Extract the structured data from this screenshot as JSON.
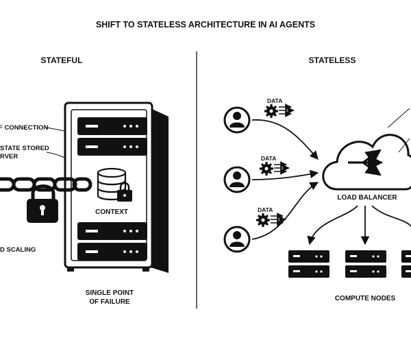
{
  "title": "SHIFT TO STATELESS ARCHITECTURE IN AI AGENTS",
  "stateful": {
    "heading": "STATEFUL",
    "callout_connection": "F CONNECTION",
    "callout_state_line1": "STATE STORED",
    "callout_state_line2": "RVER",
    "context_label": "CONTEXT",
    "callout_scaling": "D SCALING",
    "failure_line1": "SINGLE POINT",
    "failure_line2": "OF FAILURE"
  },
  "stateless": {
    "heading": "STATELESS",
    "clients": [
      {
        "data_label": "DATA"
      },
      {
        "data_label": "DATA"
      },
      {
        "data_label": "DATA"
      }
    ],
    "load_balancer_label": "LOAD BALANCER",
    "compute_nodes_label": "COMPUTE NODES"
  },
  "colors": {
    "ink": "#111111",
    "paper": "#ffffff",
    "divider": "#333333"
  },
  "icons": [
    "server-rack-icon",
    "database-icon",
    "padlock-icon",
    "chain-icon",
    "user-icon",
    "gear-icon",
    "cloud-icon",
    "router-arrows-icon",
    "server-node-icon"
  ]
}
